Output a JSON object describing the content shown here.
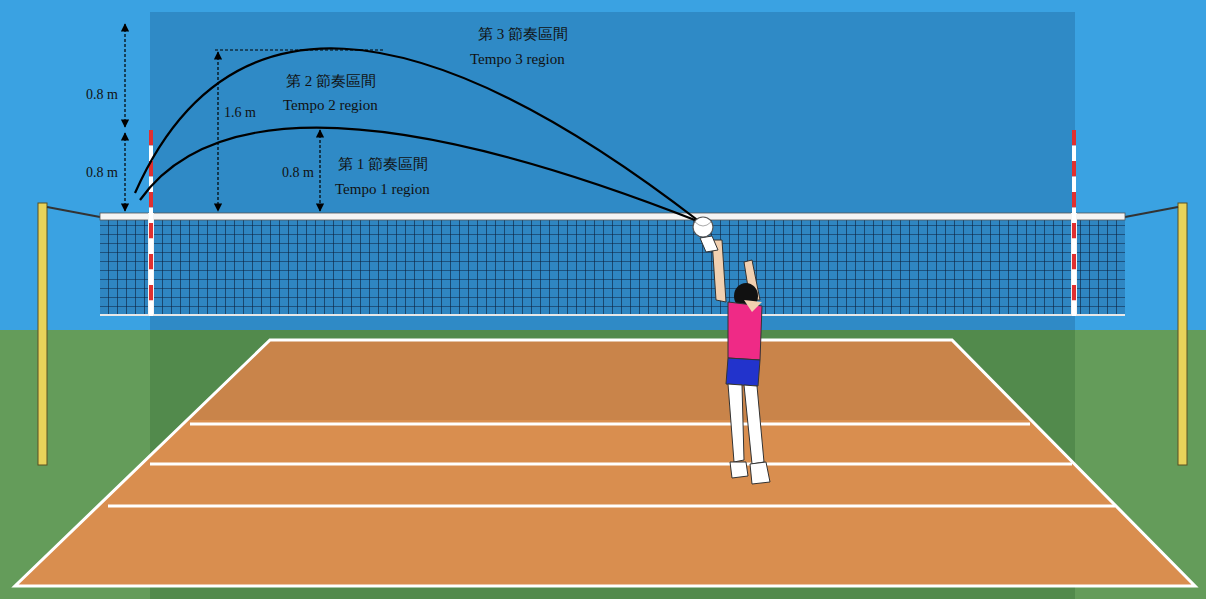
{
  "diagram": {
    "labels": [
      "第 3 節奏區間",
      "Tempo 3 region",
      "第 2 節奏區間",
      "Tempo 2 region",
      "第 1 節奏區間",
      "Tempo 1 region",
      "0.8 m",
      "0.8 m",
      "1.6 m",
      "0.8 m"
    ]
  }
}
